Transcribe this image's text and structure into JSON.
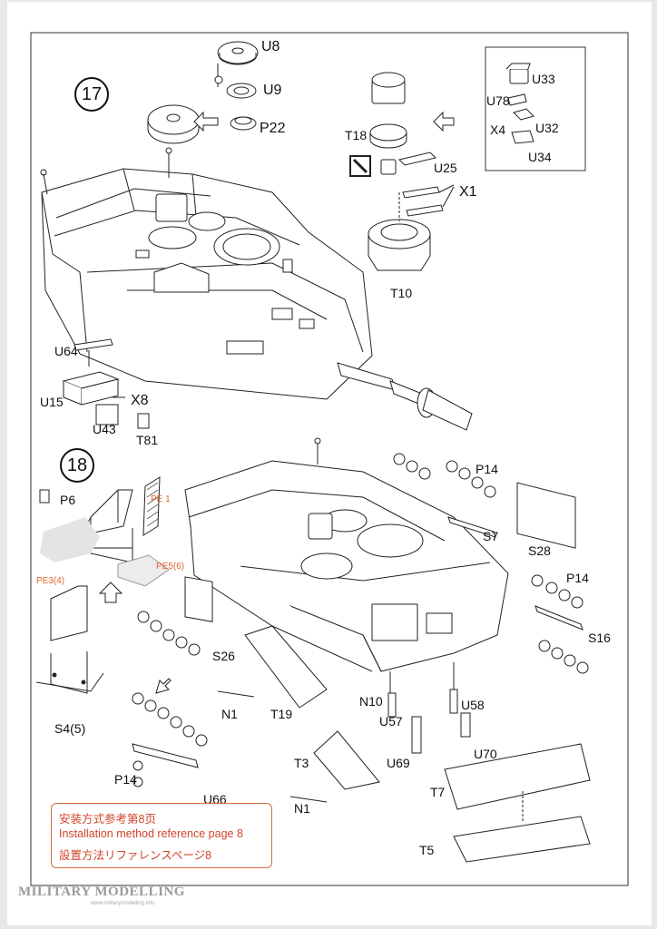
{
  "steps": {
    "s17": "17",
    "s18": "18"
  },
  "labels17": {
    "u8": "U8",
    "u9": "U9",
    "p22": "P22",
    "t18": "T18",
    "u25": "U25",
    "x1": "X1",
    "t10": "T10",
    "u33": "U33",
    "u78": "U78",
    "x4": "X4",
    "u32": "U32",
    "u34": "U34",
    "u64": "U64",
    "u15": "U15",
    "x8": "X8",
    "u43": "U43",
    "t81": "T81"
  },
  "labels18": {
    "p6": "P6",
    "pe1": "PE 1",
    "pe5": "PE5(6)",
    "pe3": "PE3(4)",
    "s45": "S4(5)",
    "p14a": "P14",
    "s7": "S7",
    "s28": "S28",
    "p14b": "P14",
    "s16": "S16",
    "s26": "S26",
    "n1a": "N1",
    "t19": "T19",
    "n10": "N10",
    "u58": "U58",
    "u57": "U57",
    "u70": "U70",
    "u69": "U69",
    "t3": "T3",
    "n1b": "N1",
    "p14c": "P14",
    "u66": "U66",
    "t7": "T7",
    "t5": "T5"
  },
  "note": {
    "line1": "安装方式参考第8页",
    "line2": "Installation method reference page 8",
    "line3": "設置方法リファレンスページ8"
  },
  "watermark": {
    "text": "MILITARY MODELLING",
    "url": "www.militarymodelling.info"
  },
  "colors": {
    "line": "#222222",
    "accent": "#e0652b",
    "paper": "#ffffff"
  }
}
